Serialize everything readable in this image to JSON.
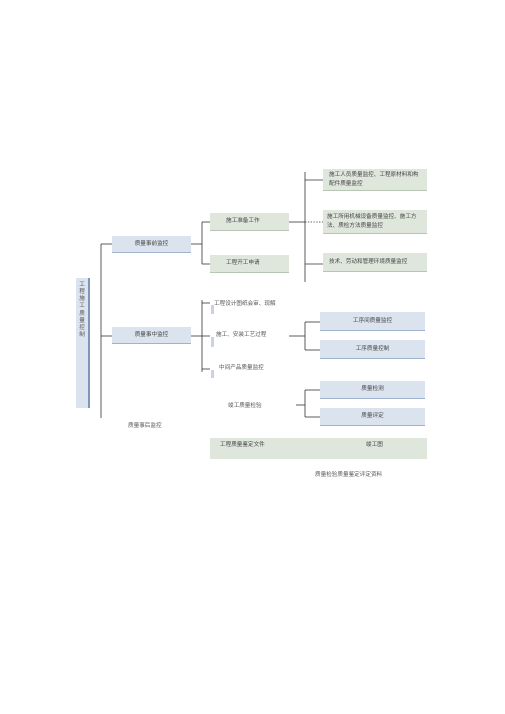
{
  "root": {
    "label": "工程施工质量控制"
  },
  "stages": {
    "pre": "质量事前监控",
    "mid": "质量事中监控",
    "post": "质量事后监控"
  },
  "pre_items": {
    "prep": "施工准备工作",
    "start": "工程开工申请"
  },
  "prep_details": [
    "施工人员质量监控、工程原材料和构配件质量监控",
    "施工所用机械设备质量监控、施工方法、质检方法质量监控",
    "技术、劳动和管理环境质量监控"
  ],
  "mid_items": {
    "design": "工程设计图纸会审、现解",
    "process": "施工、安装工艺过程",
    "intermediate": "中间产品质量监控"
  },
  "process_details": [
    "工序间质量监控",
    "工序质量控制"
  ],
  "completion": {
    "label": "竣工质量检验"
  },
  "completion_details": [
    "质量检测",
    "质量评定"
  ],
  "post_items": {
    "acceptance_doc": "工程质量鉴定文件",
    "as_built": "竣工图",
    "evaluation": "质量检验质量鉴定评定资料"
  }
}
